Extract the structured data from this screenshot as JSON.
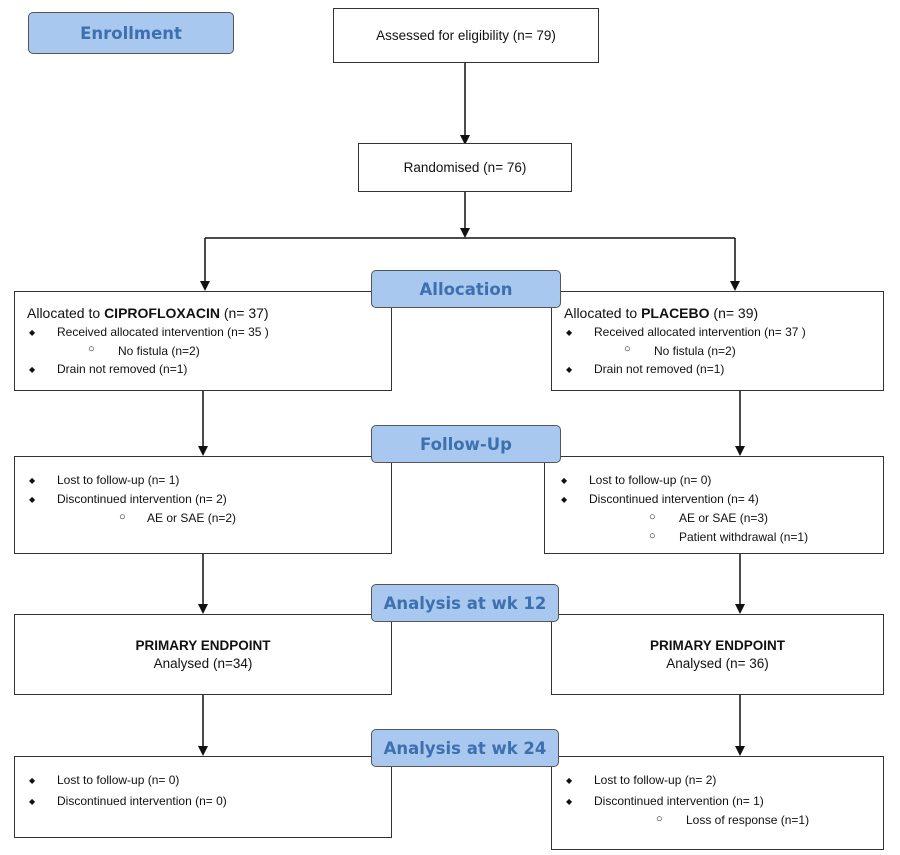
{
  "stages": {
    "enrollment": "Enrollment",
    "allocation": "Allocation",
    "followup": "Follow-Up",
    "wk12": "Analysis at wk 12",
    "wk24": "Analysis at wk 24"
  },
  "assessed": "Assessed for eligibility (n= 79)",
  "randomised": "Randomised (n= 76)",
  "allocation": {
    "cipro": {
      "prefix": "Allocated to ",
      "drug": "CIPROFLOXACIN",
      "suffix": " (n= 37)",
      "items": [
        "Received allocated intervention (n= 35 )",
        "No fistula (n=2)",
        "Drain not removed (n=1)"
      ]
    },
    "placebo": {
      "prefix": "Allocated to ",
      "drug": "PLACEBO",
      "suffix": " (n= 39)",
      "items": [
        "Received allocated intervention (n= 37 )",
        "No fistula (n=2)",
        "Drain not removed (n=1)"
      ]
    }
  },
  "followup": {
    "cipro": [
      "Lost to follow-up (n= 1)",
      "Discontinued intervention (n= 2)",
      "AE or SAE (n=2)"
    ],
    "placebo": [
      "Lost to follow-up (n= 0)",
      "Discontinued intervention (n= 4)",
      "AE or SAE (n=3)",
      "Patient withdrawal (n=1)"
    ]
  },
  "wk12": {
    "cipro": {
      "title": "PRIMARY ENDPOINT",
      "text": "Analysed (n=34)"
    },
    "placebo": {
      "title": "PRIMARY ENDPOINT",
      "text": "Analysed (n= 36)"
    }
  },
  "wk24": {
    "cipro": [
      "Lost to follow-up (n= 0)",
      "Discontinued intervention (n= 0)"
    ],
    "placebo": [
      "Lost to follow-up (n= 2)",
      "Discontinued intervention (n= 1)",
      "Loss of response (n=1)"
    ]
  },
  "glyphs": {
    "bullet": "◆",
    "circle": "○"
  },
  "colors": {
    "stage_fill": "#a9c8f0",
    "stage_text": "#3e6fae"
  }
}
